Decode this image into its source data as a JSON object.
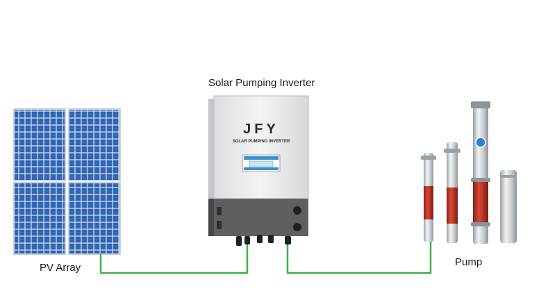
{
  "labels": {
    "inverter_title": "Solar Pumping Inverter",
    "pv_array": "PV Array",
    "pump": "Pump"
  },
  "inverter": {
    "brand": "JFY",
    "model_text": "SOLAR PUMPING INVERTER"
  },
  "colors": {
    "wire": "#3cb043",
    "panel_cell": "#2f64b4",
    "panel_frame": "#c9d3de",
    "inverter_body": "#e9eaec",
    "inverter_bottom": "#5e5f62",
    "pump_steel": "#cfd3d6",
    "pump_red": "#c0392b"
  }
}
